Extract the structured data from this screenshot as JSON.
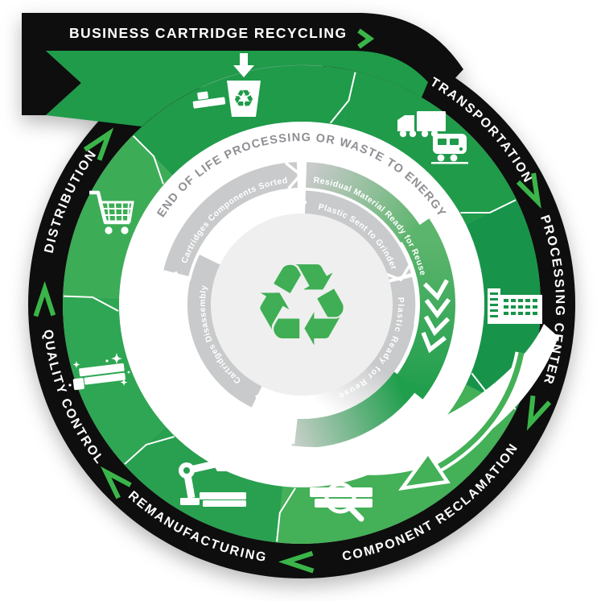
{
  "title_banner": {
    "label": "BUSINESS CARTRIDGE RECYCLING"
  },
  "collection_stage": {
    "icon": "cartridge-recycle-bin-icon"
  },
  "cycle_stages": [
    {
      "label": "TRANSPORTATION",
      "icon": "truck-train-icon"
    },
    {
      "label": "PROCESSING CENTER",
      "icon": "factory-building-icon"
    },
    {
      "label": "COMPONENT RECLAMATION",
      "icon": "cartridge-magnifier-icon"
    },
    {
      "label": "REMANUFACTURING",
      "icon": "robot-arm-icon"
    },
    {
      "label": "QUALITY CONTROL",
      "icon": "clean-cartridge-sparkle-icon"
    },
    {
      "label": "DISTRIBUTION",
      "icon": "shopping-cart-icon"
    }
  ],
  "middle_ring": {
    "label": "END OF LIFE PROCESSING OR WASTE TO ENERGY"
  },
  "process_steps": [
    {
      "label": "Cartridges Components Sorted"
    },
    {
      "label": "Residual Material Ready for Reuse"
    },
    {
      "label": "Plastic Sent to Grinder"
    },
    {
      "label": "Plastic Ready for Reuse"
    },
    {
      "label": "Cartridges Disassembly"
    }
  ],
  "center": {
    "icon": "recycle-symbol",
    "glyph": "♻"
  },
  "colors": {
    "black": "#0d0e0d",
    "green_primary": "#1f9b4a",
    "green_dark": "#18944a",
    "green_light": "#44b057",
    "green_chevron": "#3bb54a",
    "gray_ring": "#c9cacb",
    "gray_text": "#8e8f93",
    "center_bg": "#efefef"
  }
}
